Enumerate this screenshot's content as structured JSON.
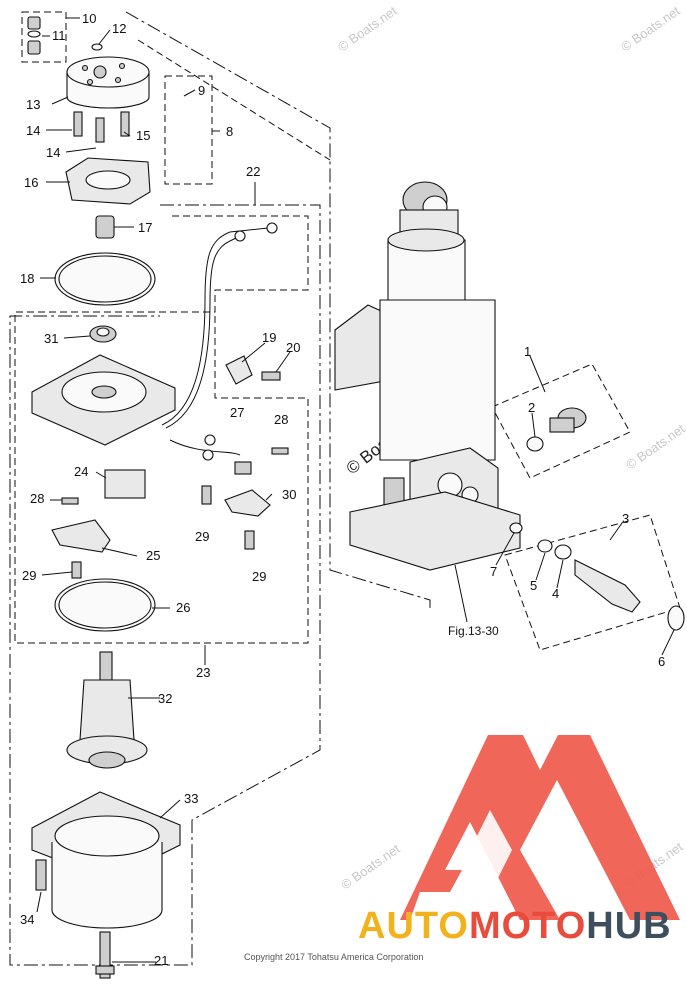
{
  "diagram": {
    "part_numbers": [
      "1",
      "2",
      "3",
      "4",
      "5",
      "6",
      "7",
      "8",
      "9",
      "10",
      "11",
      "12",
      "13",
      "14",
      "14",
      "15",
      "16",
      "17",
      "18",
      "19",
      "20",
      "21",
      "22",
      "23",
      "24",
      "25",
      "26",
      "27",
      "28",
      "28",
      "29",
      "29",
      "29",
      "29",
      "30",
      "31",
      "32",
      "33",
      "34"
    ],
    "figure_reference": "Fig.13-30",
    "copyright": "Copyright 2017 Tohatsu America Corporation",
    "watermark_text": "© Boats.net",
    "brand": {
      "part_a": "AUTO",
      "part_b": "MOTO",
      "part_c": "HUB",
      "colors": {
        "auto": "#f2b21e",
        "moto": "#e94b3c",
        "hub": "#3d4e5c",
        "triangle": "#ef5a4c"
      }
    }
  }
}
